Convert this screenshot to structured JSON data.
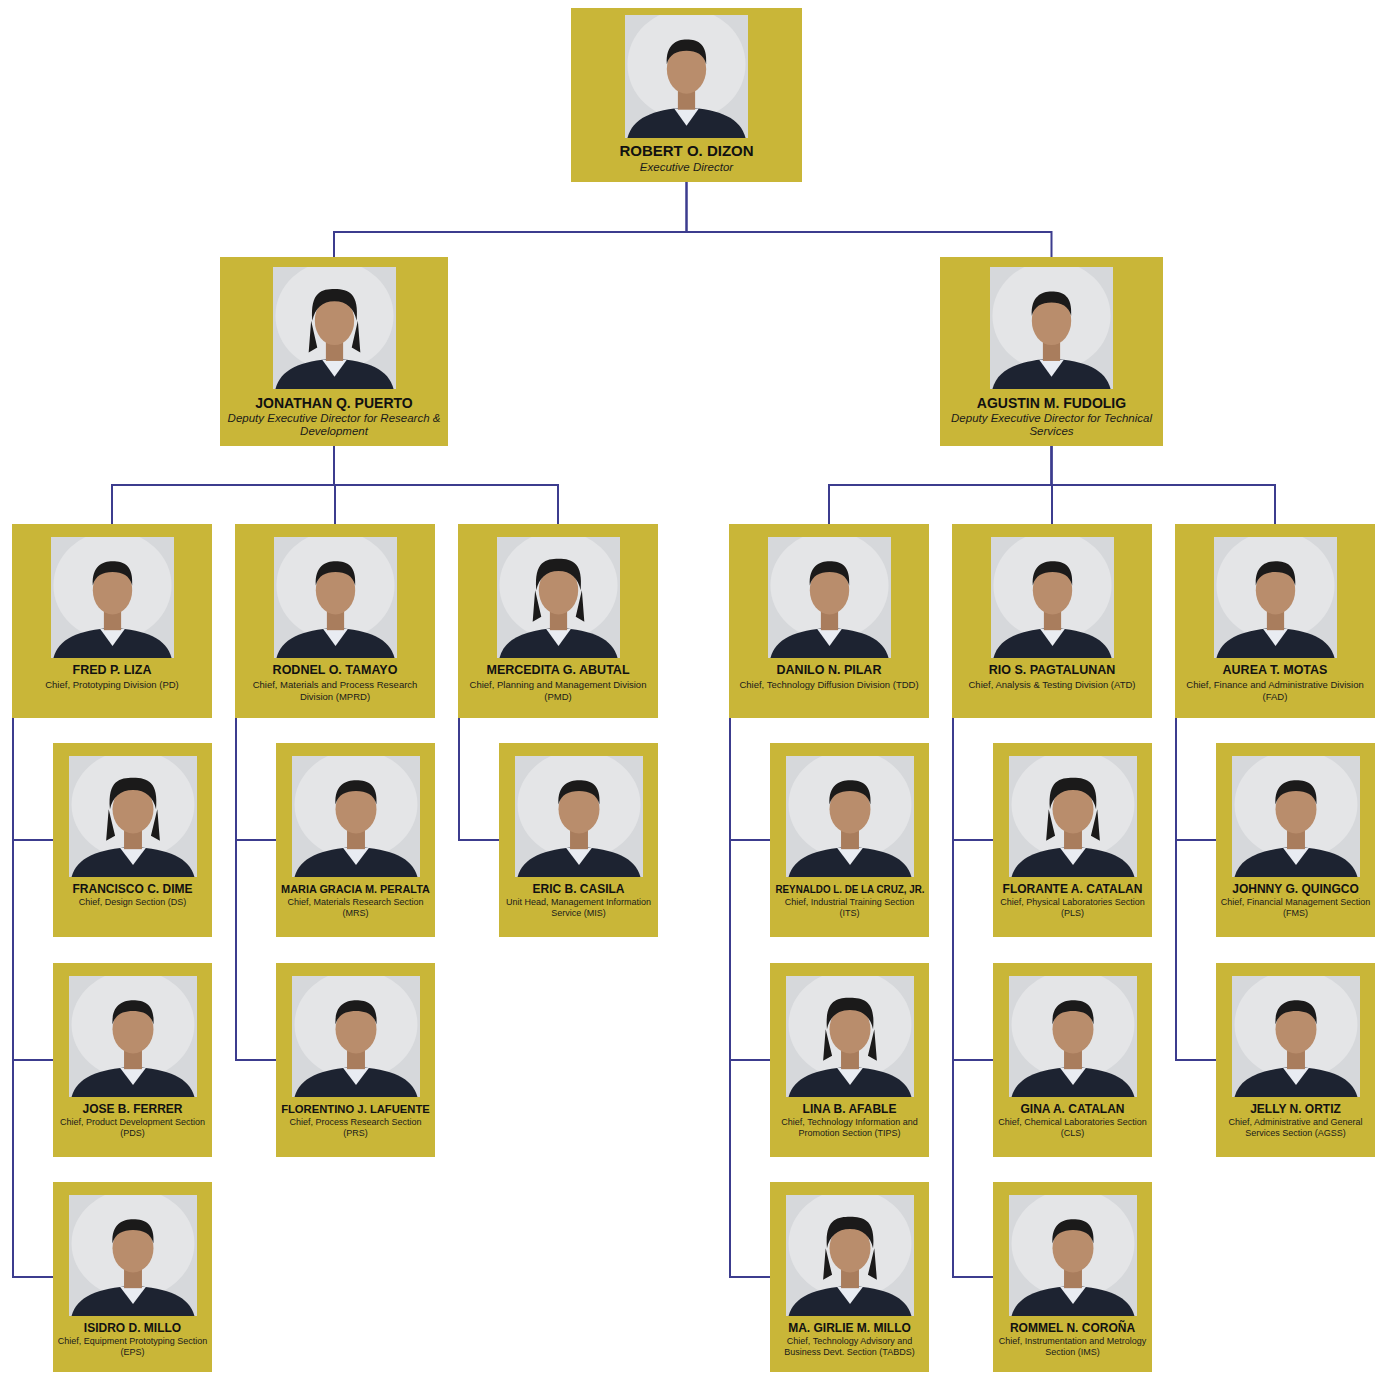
{
  "diagram": {
    "nodes": [
      {
        "text": [
          "ROBERT O. DIZON",
          "Executive Director"
        ]
      },
      {
        "text": [
          "JONATHAN Q. PUERTO",
          "Deputy Executive Director for Research & Development"
        ]
      },
      {
        "text": [
          "AGUSTIN M. FUDOLIG",
          "Deputy Executive Director for Technical Services"
        ]
      },
      {
        "text": [
          "FRED P. LIZA",
          "Chief, Prototyping Division (PD)"
        ]
      },
      {
        "text": [
          "RODNEL O. TAMAYO",
          "Chief, Materials and Process Research Division (MPRD)"
        ]
      },
      {
        "text": [
          "MERCEDITA G. ABUTAL",
          "Chief, Planning and Management Division (PMD)"
        ]
      },
      {
        "text": [
          "DANILO N. PILAR",
          "Chief, Technology Diffusion Division (TDD)"
        ]
      },
      {
        "text": [
          "RIO S. PAGTALUNAN",
          "Chief, Analysis & Testing Division (ATD)"
        ]
      },
      {
        "text": [
          "AUREA T. MOTAS",
          "Chief, Finance and Administrative Division (FAD)"
        ]
      },
      {
        "text": [
          "FRANCISCO C. DIME",
          "Chief, Design Section (DS)"
        ]
      },
      {
        "text": [
          "MARIA GRACIA M. PERALTA",
          "Chief, Materials Research Section (MRS)"
        ]
      },
      {
        "text": [
          "ERIC B. CASILA",
          "Unit Head, Management Information Service (MIS)"
        ]
      },
      {
        "text": [
          "REYNALDO L. DE LA CRUZ, JR.",
          "Chief, Industrial Training Section (ITS)"
        ]
      },
      {
        "text": [
          "FLORANTE A. CATALAN",
          "Chief, Physical Laboratories Section (PLS)"
        ]
      },
      {
        "text": [
          "JOHNNY G. QUINGCO",
          "Chief, Financial Management Section (FMS)"
        ]
      },
      {
        "text": [
          "JOSE B. FERRER",
          "Chief, Product Development Section (PDS)"
        ]
      },
      {
        "text": [
          "FLORENTINO J. LAFUENTE",
          "Chief, Process Research Section (PRS)"
        ]
      },
      {
        "text": [
          "LINA B. AFABLE",
          "Chief, Technology Information and Promotion Section (TIPS)"
        ]
      },
      {
        "text": [
          "GINA A. CATALAN",
          "Chief, Chemical Laboratories Section (CLS)"
        ]
      },
      {
        "text": [
          "JELLY N. ORTIZ",
          "Chief, Administrative and General Services Section (AGSS)"
        ]
      },
      {
        "text": [
          "ISIDRO D. MILLO",
          "Chief, Equipment Prototyping Section (EPS)"
        ]
      },
      {
        "text": [
          "MA. GIRLIE M. MILLO",
          "Chief, Technology Advisory and Business Devt. Section (TABDS)"
        ]
      },
      {
        "text": [
          "ROMMEL N. COROÑA",
          "Chief, Instrumentation and Metrology Section (IMS)"
        ]
      }
    ],
    "edges": [
      {
        "from": 0,
        "to": 1,
        "arrow": "none"
      },
      {
        "from": 0,
        "to": 2,
        "arrow": "none"
      },
      {
        "from": 1,
        "to": 3,
        "arrow": "none"
      },
      {
        "from": 1,
        "to": 4,
        "arrow": "none"
      },
      {
        "from": 1,
        "to": 5,
        "arrow": "none"
      },
      {
        "from": 2,
        "to": 6,
        "arrow": "none"
      },
      {
        "from": 2,
        "to": 7,
        "arrow": "none"
      },
      {
        "from": 2,
        "to": 8,
        "arrow": "none"
      },
      {
        "from": 3,
        "to": 9,
        "arrow": "none"
      },
      {
        "from": 3,
        "to": 15,
        "arrow": "none"
      },
      {
        "from": 3,
        "to": 20,
        "arrow": "none"
      },
      {
        "from": 4,
        "to": 10,
        "arrow": "none"
      },
      {
        "from": 4,
        "to": 16,
        "arrow": "none"
      },
      {
        "from": 5,
        "to": 11,
        "arrow": "none"
      },
      {
        "from": 6,
        "to": 12,
        "arrow": "none"
      },
      {
        "from": 6,
        "to": 17,
        "arrow": "none"
      },
      {
        "from": 6,
        "to": 21,
        "arrow": "none"
      },
      {
        "from": 7,
        "to": 13,
        "arrow": "none"
      },
      {
        "from": 7,
        "to": 18,
        "arrow": "none"
      },
      {
        "from": 7,
        "to": 22,
        "arrow": "none"
      },
      {
        "from": 8,
        "to": 14,
        "arrow": "none"
      },
      {
        "from": 8,
        "to": 19,
        "arrow": "none"
      }
    ]
  }
}
